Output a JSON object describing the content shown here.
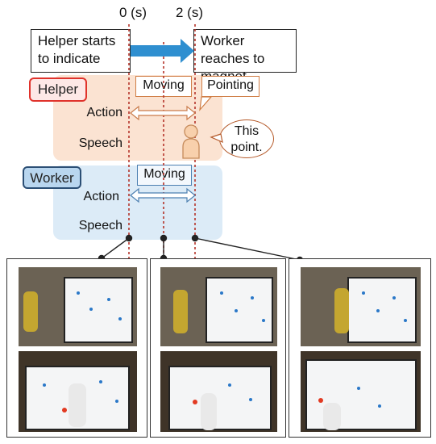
{
  "timeline": {
    "t0_label": "0 (s)",
    "t2_label": "2 (s)"
  },
  "callouts": {
    "start": "Helper starts to indicate",
    "end": "Worker reaches to magnet"
  },
  "helper": {
    "tag": "Helper",
    "action_label": "Action",
    "speech_label": "Speech",
    "state_moving": "Moving",
    "state_pointing": "Pointing",
    "utterance": "This point."
  },
  "worker": {
    "tag": "Worker",
    "action_label": "Action",
    "speech_label": "Speech",
    "state_moving": "Moving"
  },
  "colors": {
    "helper_accent": "#e0322b",
    "helper_band": "#fbe3d2",
    "worker_band": "#dcebf7",
    "worker_tag": "#b9d6ef",
    "timeline_arrow": "#2f8fd0",
    "marker_line": "#b5342a"
  },
  "icons": [
    "right-arrow-icon",
    "person-icon",
    "double-arrow-icon"
  ]
}
